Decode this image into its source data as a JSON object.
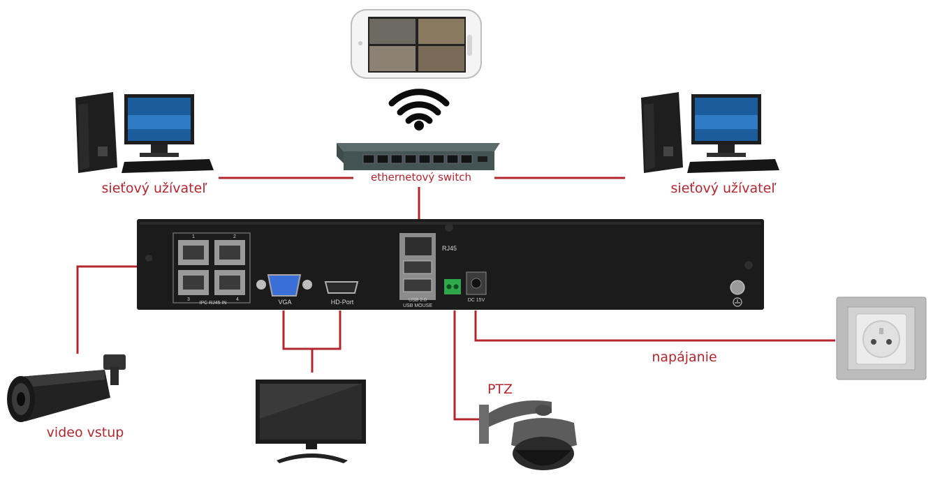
{
  "labels": {
    "network_user_left": "sieťový užívateľ",
    "network_user_right": "sieťový užívateľ",
    "ethernet_switch": "ethernetový switch",
    "power": "napájanie",
    "video_input": "video vstup",
    "ptz": "PTZ"
  },
  "nvr_panel": {
    "ipc_ports": "IPC RJ45 IN",
    "port_nums": [
      "1",
      "2",
      "3",
      "4"
    ],
    "vga": "VGA",
    "hdmi": "HD-Port",
    "rj45": "RJ45",
    "usb": "USB 2.0",
    "usb_mouse": "USB MOUSE",
    "dc": "DC 15V"
  },
  "colors": {
    "wire": "#b3262e",
    "label": "#b3262e",
    "nvr_body": "#1b1b1b"
  }
}
